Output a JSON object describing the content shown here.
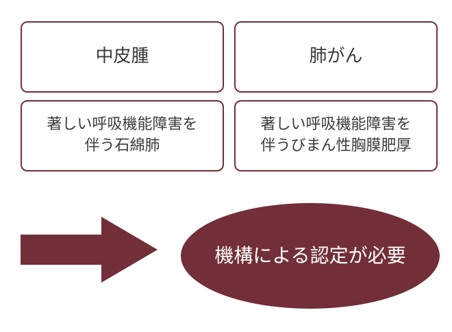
{
  "boxes": {
    "mesothelioma": {
      "title": "中皮腫"
    },
    "lung_cancer": {
      "title": "肺がん"
    },
    "mesothelioma_condition": {
      "line1": "著しい呼吸機能障害を",
      "line2": "伴う石綿肺"
    },
    "lung_cancer_condition": {
      "line1": "著しい呼吸機能障害を",
      "line2": "伴うびまん性胸膜肥厚"
    }
  },
  "result": {
    "label": "機構による認定が必要"
  },
  "colors": {
    "accent": "#722f37",
    "text": "#3a3a3a",
    "background": "#ffffff"
  }
}
